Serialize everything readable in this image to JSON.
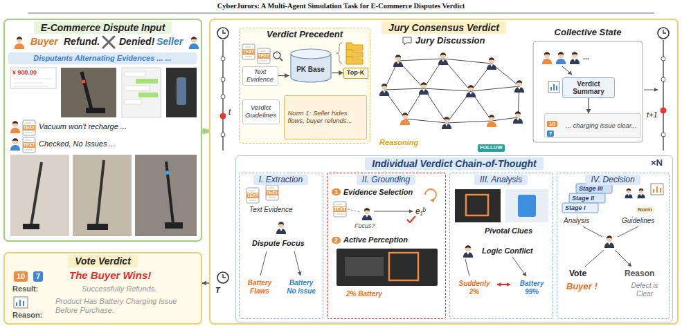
{
  "diagram": {
    "title": "CyberJurors: A Multi-Agent Simulation Task for E-Commerce Disputes Verdict",
    "nodes": [
      {
        "text": [
          "E-Commerce Dispute Input"
        ]
      },
      {
        "text": [
          "Disputants Alternating Evidences ... ..."
        ],
        "in": 0
      },
      {
        "text": [
          "Jury Consensus Verdict"
        ]
      },
      {
        "text": [
          "Verdict Precedent"
        ],
        "in": 2
      },
      {
        "text": [
          "Text Evidence"
        ],
        "in": 3
      },
      {
        "text": [
          "PK Base"
        ],
        "in": 3
      },
      {
        "text": [
          "Top-K"
        ],
        "in": 3
      },
      {
        "text": [
          "Verdict Guidelines"
        ],
        "in": 3
      },
      {
        "text": [
          "Norm 1: Seller hides flows, buyer refunds..."
        ],
        "in": 3
      },
      {
        "text": [
          "Collective State"
        ],
        "in": 2
      },
      {
        "text": [
          "Verdict Summary"
        ],
        "in": 9
      },
      {
        "text": [
          "... charging issue clear..."
        ],
        "in": 9
      },
      {
        "text": [
          "Individual Verdict Chain-of-Thought"
        ],
        "in": 2
      },
      {
        "text": [
          "I. Extraction"
        ],
        "in": 12
      },
      {
        "text": [
          "II. Grounding"
        ],
        "in": 12
      },
      {
        "text": [
          "III. Analysis"
        ],
        "in": 12
      },
      {
        "text": [
          "IV. Decision"
        ],
        "in": 12
      },
      {
        "text": [
          "Vote Verdict"
        ]
      }
    ],
    "edges": [
      {
        "from": 0,
        "to": 2,
        "arrow": "to"
      },
      {
        "from": 4,
        "to": 5,
        "arrow": "to"
      },
      {
        "from": 5,
        "to": 6,
        "arrow": "to"
      },
      {
        "from": 10,
        "to": 11,
        "arrow": "to"
      },
      {
        "from": 2,
        "to": 17,
        "arrow": "to"
      }
    ],
    "labels": [
      "Buyer",
      "Refund.",
      "Denied!",
      "Seller",
      "¥ 900.00",
      "Vacuum won't recharge ...",
      "Checked, No Issues ...",
      "TEXT",
      "TEXT",
      "10",
      "7",
      "Result:",
      "The Buyer Wins!",
      "Successfully Refunds.",
      "Reason:",
      "Product Has Battery Charging Issue Before Purchase.",
      "T",
      "t",
      "t+1",
      "Jury Discussion",
      "Reasoning",
      "FOLLOW",
      "10",
      "7",
      "×N",
      "TEXT",
      "TEXT",
      "TEXT",
      "TEXT",
      "Text Evidence",
      "Dispute Focus",
      "Battery Flaws",
      "Battery No issue",
      "1",
      "Evidence Selection",
      "TEXT",
      "Focus?",
      "e₁ᵇ",
      "2",
      "Active Perception",
      "2% Battery",
      "Pivotal Clues",
      "Logic Conflict",
      "Suddenly 2%",
      "Battery 99%",
      "Stage III",
      "Stage II",
      "Stage I",
      "Analysis",
      "Norm",
      "Guidelines",
      "Vote",
      "Buyer !",
      "Reason",
      "Defect is Clear",
      "..."
    ]
  }
}
